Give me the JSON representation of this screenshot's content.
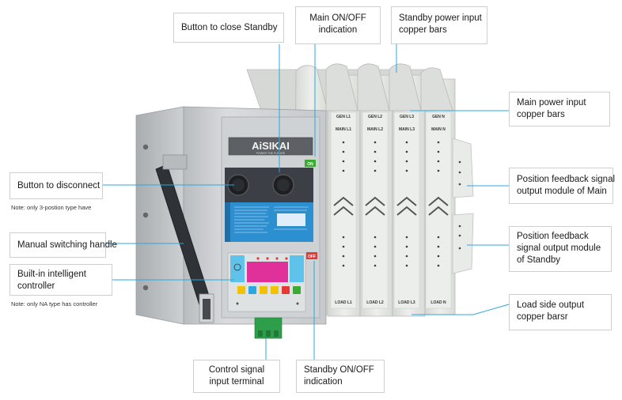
{
  "callouts": {
    "close_standby": "Button to close Standby",
    "main_onoff": [
      "Main ON/OFF",
      "indication"
    ],
    "standby_bars": [
      "Standby power input",
      "copper bars"
    ],
    "main_bars": [
      "Main power input",
      "copper bars"
    ],
    "disconnect": "Button to disconnect",
    "disconnect_note": "Note: only 3-postion type have",
    "feedback_main": [
      "Position feedback signal",
      "output module of Main"
    ],
    "handle": "Manual switching handle",
    "feedback_standby": [
      "Position feedback",
      "signal output module",
      "of Standby"
    ],
    "controller": [
      "Built-in intelligent",
      "controller"
    ],
    "controller_note": "Note: only NA type has controller",
    "load_bars": [
      "Load side output",
      "copper barsr"
    ],
    "control_terminal": [
      "Control signal",
      "input terminal"
    ],
    "standby_onoff": [
      "Standby ON/OFF",
      "indication"
    ]
  },
  "device": {
    "brand": "AiSIKAI",
    "tagline": "POWER THE FUTURE",
    "on_label": "ON",
    "off_label": "OFF",
    "poles_top": [
      "GEN L1",
      "GEN L2",
      "GEN L3",
      "GEN N"
    ],
    "poles_main": [
      "MAIN L1",
      "MAIN L2",
      "MAIN L3",
      "MAIN N"
    ],
    "poles_load": [
      "LOAD L1",
      "LOAD L2",
      "LOAD L3",
      "LOAD N"
    ]
  },
  "colors": {
    "leader": "#29a8e0",
    "on_green": "#3aaa35",
    "off_red": "#e53935",
    "lcd": "#e0309a",
    "info_panel": "#2c8fd0"
  }
}
